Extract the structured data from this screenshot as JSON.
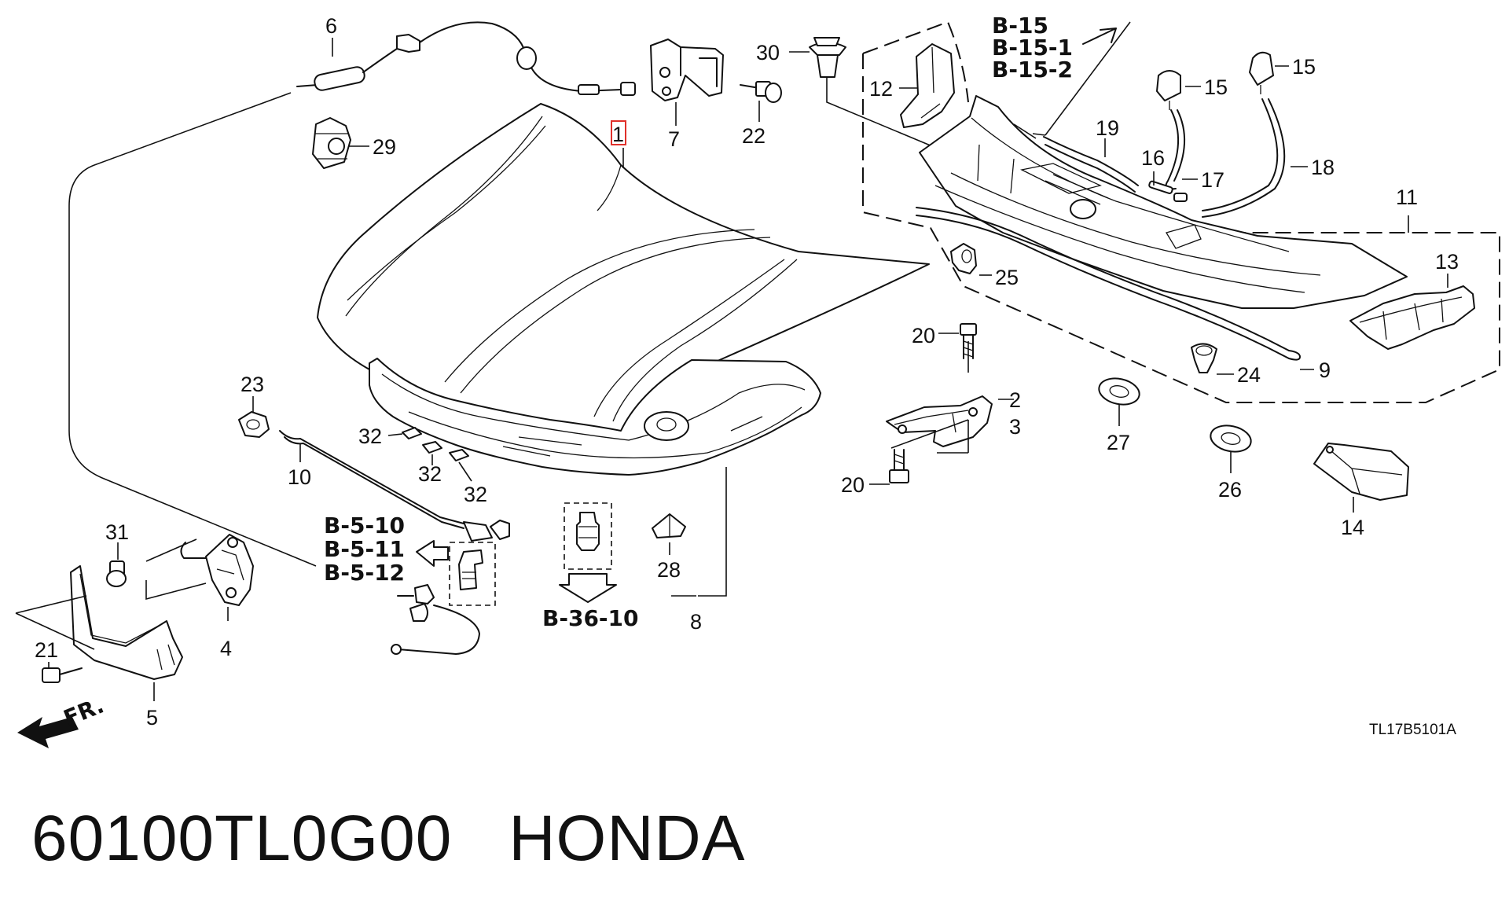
{
  "diagram": {
    "part_labels": {
      "p1": "1",
      "p2": "2",
      "p3": "3",
      "p4": "4",
      "p5": "5",
      "p6": "6",
      "p7": "7",
      "p8": "8",
      "p9": "9",
      "p10": "10",
      "p11": "11",
      "p12": "12",
      "p13": "13",
      "p14": "14",
      "p15a": "15",
      "p15b": "15",
      "p16": "16",
      "p17": "17",
      "p18": "18",
      "p19": "19",
      "p20a": "20",
      "p20b": "20",
      "p21": "21",
      "p22": "22",
      "p23": "23",
      "p24": "24",
      "p25": "25",
      "p26": "26",
      "p27": "27",
      "p28": "28",
      "p29": "29",
      "p30": "30",
      "p31": "31",
      "p32a": "32",
      "p32b": "32",
      "p32c": "32"
    },
    "references": {
      "b15": "B-15",
      "b15_1": "B-15-1",
      "b15_2": "B-15-2",
      "b5_10": "B-5-10",
      "b5_11": "B-5-11",
      "b5_12": "B-5-12",
      "b36_10": "B-36-10"
    },
    "front_marker": "FR.",
    "drawing_code": "TL17B5101A",
    "highlight_color": "#e0302a"
  },
  "footer": {
    "part_number": "60100TL0G00",
    "brand": "HONDA"
  }
}
